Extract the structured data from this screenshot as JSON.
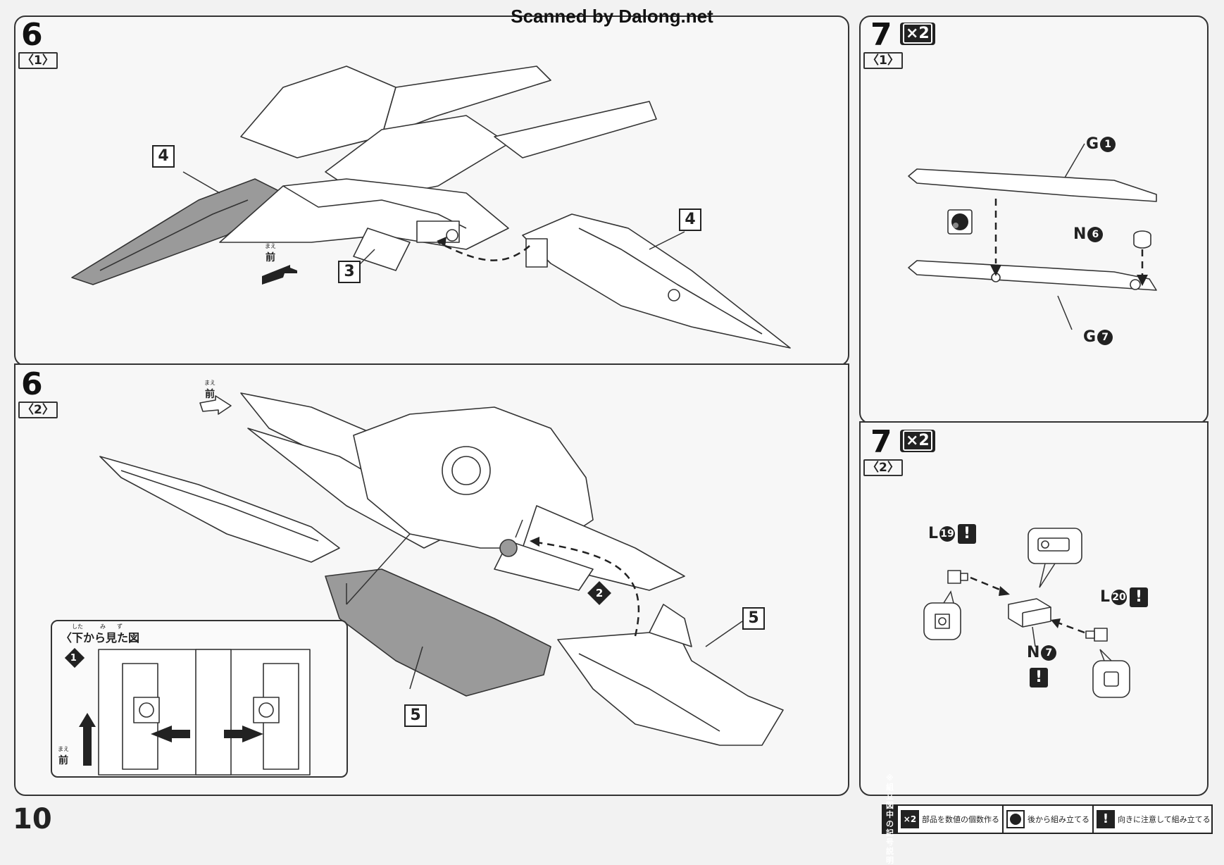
{
  "watermark": "Scanned by Dalong.net",
  "page_number": "10",
  "front_label": {
    "kanji": "前",
    "ruby": "まえ"
  },
  "step6_1": {
    "step": "6",
    "sub": "〈1〉",
    "parts": [
      "4",
      "3",
      "4"
    ]
  },
  "step6_2": {
    "step": "6",
    "sub": "〈2〉",
    "parts": [
      "5",
      "5"
    ],
    "callout": "2",
    "inset": {
      "title": "〈下から見た図",
      "title_ruby": "した　　　み　　ず",
      "marker": "1"
    }
  },
  "step7_1": {
    "step": "7",
    "sub": "〈1〉",
    "multiplier": "×2",
    "parts": [
      {
        "code": "G",
        "num": "1"
      },
      {
        "code": "N",
        "num": "6"
      },
      {
        "code": "G",
        "num": "7"
      }
    ]
  },
  "step7_2": {
    "step": "7",
    "sub": "〈2〉",
    "multiplier": "×2",
    "parts": [
      {
        "code": "L",
        "num": "19"
      },
      {
        "code": "L",
        "num": "20"
      },
      {
        "code": "N",
        "num": "7"
      }
    ],
    "warning": "!"
  },
  "legend": {
    "title": "※組立図中の記号説明",
    "items": [
      {
        "icon": "×2",
        "text": "部品を数値の個数作る"
      },
      {
        "icon": "dot",
        "text": "後から組み立てる"
      },
      {
        "icon": "!",
        "text": "向きに注意して組み立てる"
      }
    ]
  }
}
